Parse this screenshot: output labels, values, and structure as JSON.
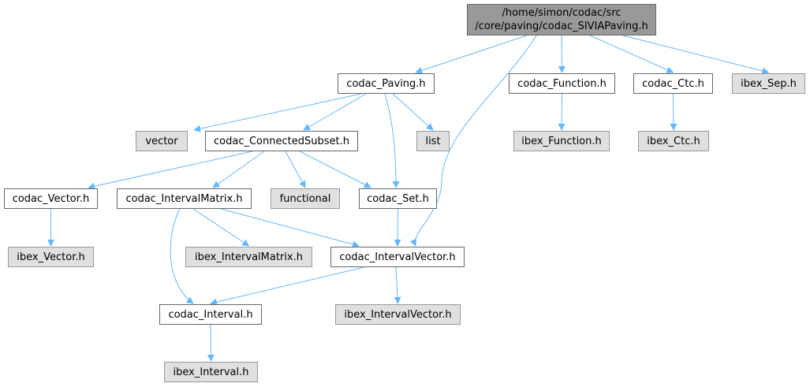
{
  "graph": {
    "root": {
      "line1": "/home/simon/codac/src",
      "line2": "/core/paving/codac_SIVIAPaving.h"
    },
    "nodes": {
      "paving": "codac_Paving.h",
      "function": "codac_Function.h",
      "ctc": "codac_Ctc.h",
      "ibex_sep": "ibex_Sep.h",
      "vector_std": "vector",
      "connected_subset": "codac_ConnectedSubset.h",
      "list_std": "list",
      "ibex_function": "ibex_Function.h",
      "ibex_ctc": "ibex_Ctc.h",
      "codac_vector": "codac_Vector.h",
      "interval_matrix": "codac_IntervalMatrix.h",
      "functional_std": "functional",
      "codac_set": "codac_Set.h",
      "ibex_vector": "ibex_Vector.h",
      "ibex_interval_matrix": "ibex_IntervalMatrix.h",
      "interval_vector": "codac_IntervalVector.h",
      "codac_interval": "codac_Interval.h",
      "ibex_interval_vector": "ibex_IntervalVector.h",
      "ibex_interval": "ibex_Interval.h"
    },
    "edges": [
      [
        "root",
        "paving"
      ],
      [
        "root",
        "interval_vector"
      ],
      [
        "root",
        "function"
      ],
      [
        "root",
        "ctc"
      ],
      [
        "root",
        "ibex_sep"
      ],
      [
        "paving",
        "vector_std"
      ],
      [
        "paving",
        "connected_subset"
      ],
      [
        "paving",
        "list_std"
      ],
      [
        "paving",
        "codac_set"
      ],
      [
        "function",
        "ibex_function"
      ],
      [
        "ctc",
        "ibex_ctc"
      ],
      [
        "connected_subset",
        "codac_vector"
      ],
      [
        "connected_subset",
        "interval_matrix"
      ],
      [
        "connected_subset",
        "functional_std"
      ],
      [
        "connected_subset",
        "codac_set"
      ],
      [
        "codac_vector",
        "ibex_vector"
      ],
      [
        "interval_matrix",
        "ibex_interval_matrix"
      ],
      [
        "interval_matrix",
        "interval_vector"
      ],
      [
        "interval_matrix",
        "codac_interval"
      ],
      [
        "codac_set",
        "interval_vector"
      ],
      [
        "interval_vector",
        "codac_interval"
      ],
      [
        "interval_vector",
        "ibex_interval_vector"
      ],
      [
        "codac_interval",
        "ibex_interval"
      ]
    ],
    "colors": {
      "edge": "#63b8ff",
      "system_fill": "#e0e0e0",
      "root_fill": "#999999",
      "border": "#666666"
    }
  }
}
